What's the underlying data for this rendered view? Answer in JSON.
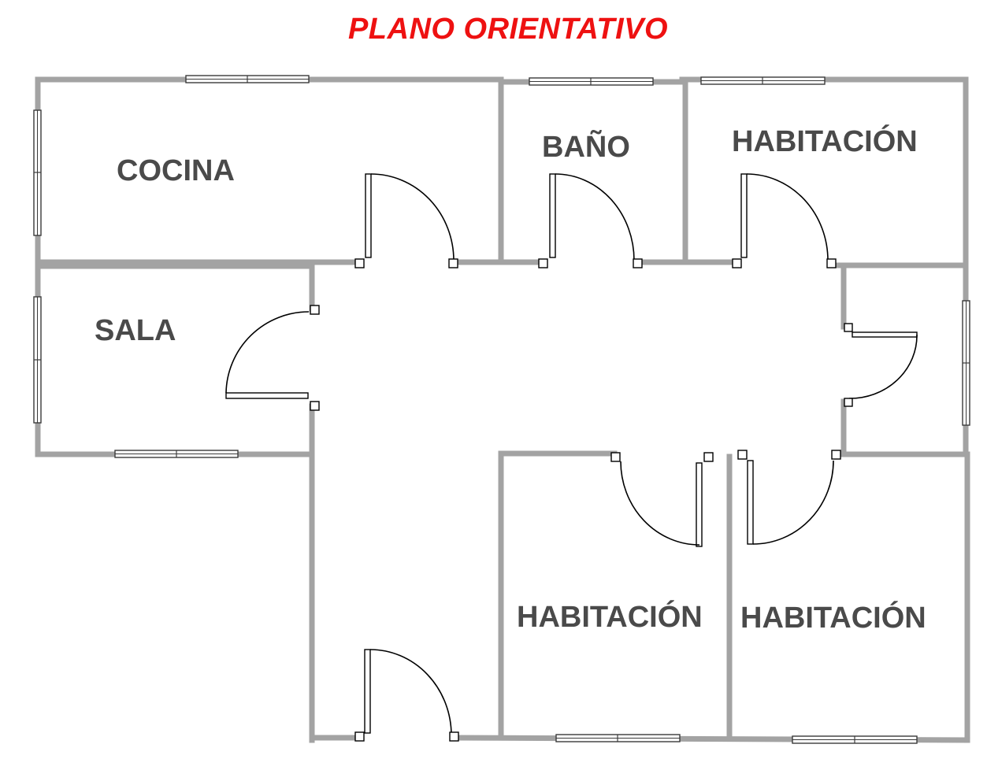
{
  "title": "PLANO ORIENTATIVO",
  "rooms": [
    {
      "id": "cocina",
      "label": "COCINA"
    },
    {
      "id": "bano",
      "label": "BAÑO"
    },
    {
      "id": "habitacion-1",
      "label": "HABITACIÓN"
    },
    {
      "id": "sala",
      "label": "SALA"
    },
    {
      "id": "habitacion-2",
      "label": "HABITACIÓN"
    },
    {
      "id": "habitacion-3",
      "label": "HABITACIÓN"
    }
  ],
  "colors": {
    "title": "#ee1111",
    "walls": "#a3a3a3",
    "labels": "#4a4a4a"
  }
}
